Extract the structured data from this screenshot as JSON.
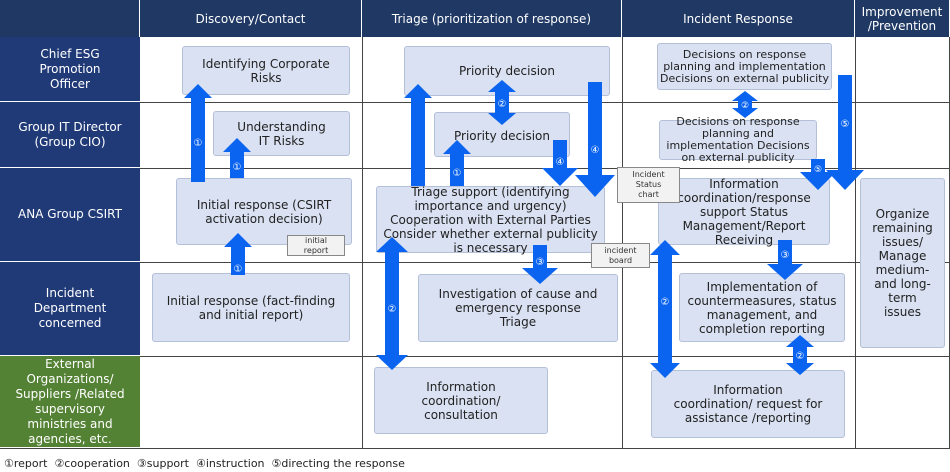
{
  "columns": [
    "Discovery/Contact",
    "Triage (prioritization of response)",
    "Incident Response",
    "Improvement /Prevention"
  ],
  "rows": [
    "Chief ESG Promotion Officer",
    "Group IT Director (Group CIO)",
    "ANA Group CSIRT",
    "Incident Department concerned",
    "External Organizations/ Suppliers /Related supervisory ministries and agencies, etc."
  ],
  "boxes": {
    "identify": "Identifying Corporate Risks",
    "understand": "Understanding IT Risks",
    "initial_csirt": "Initial response (CSIRT activation decision)",
    "initial_dept": "Initial response (fact-finding  and initial report)",
    "priority1": "Priority decision",
    "priority2": "Priority decision",
    "triage": "Triage support (identifying importance and urgency) Cooperation with External Parties Consider whether external publicity is necessary",
    "investigation": "Investigation of cause and emergency response Triage",
    "consult": "Information coordination/ consultation",
    "decide1": "Decisions on response planning and implementation Decisions on external publicity",
    "decide2": "Decisions on response planning and implementation Decisions on external publicity",
    "info_csirt": "Information coordination/response support Status Management/Report Receiving",
    "implement": "Implementation of countermeasures, status management, and completion reporting",
    "request": "Information coordination/ request for assistance /reporting",
    "organize": "Organize remaining issues/ Manage medium-and long-term issues"
  },
  "notes": {
    "initial_report": "initial report",
    "status_chart": "Incident Status chart",
    "board": "incident board"
  },
  "legend": "①report  ②cooperation  ③support  ④instruction  ⑤directing the response",
  "colors": {
    "header": "#1f3864",
    "row": "#203a78",
    "external": "#548235",
    "arrow": "#0a64f0",
    "box": "#d9e1f2"
  }
}
